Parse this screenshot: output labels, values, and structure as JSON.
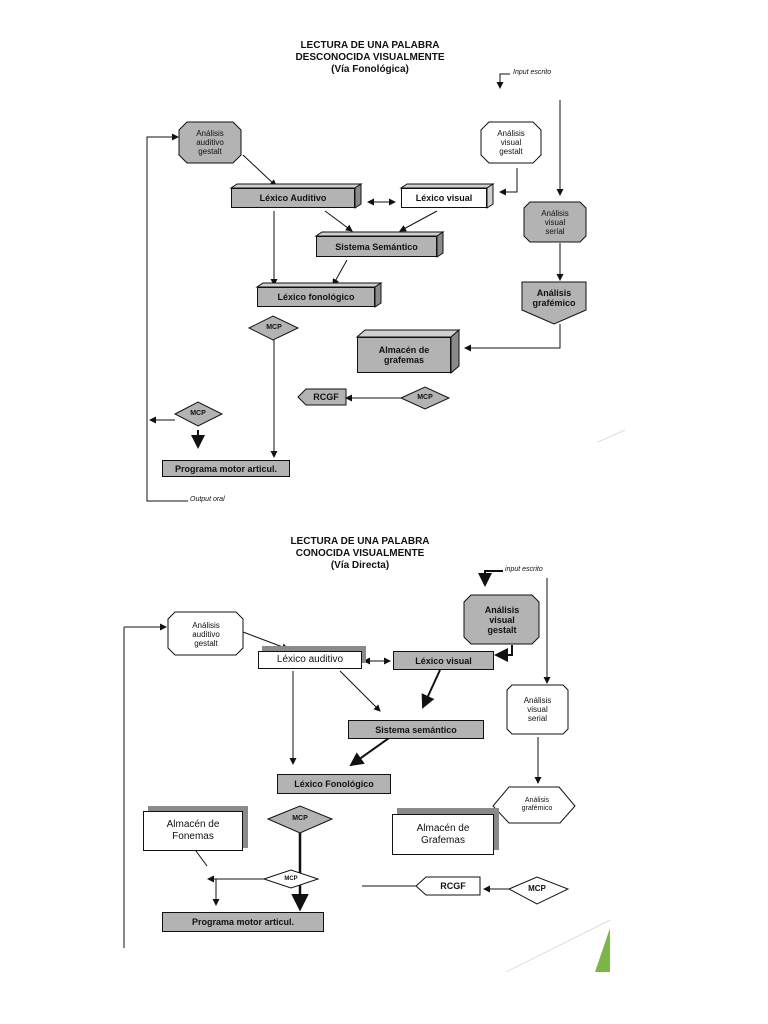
{
  "diagram1": {
    "title": [
      "LECTURA DE UNA PALABRA",
      "DESCONOCIDA VISUALMENTE",
      "(Vía Fonológica)"
    ],
    "input": "Input escrito",
    "output": "Output oral",
    "analisis_auditivo": [
      "Análisis",
      "auditivo",
      "gestalt"
    ],
    "analisis_visual_gestalt": [
      "Análisis",
      "visual",
      "gestalt"
    ],
    "lexico_auditivo": "Léxico Auditivo",
    "lexico_visual": "Léxico visual",
    "sistema_semantico": "Sistema Semántico",
    "lexico_fonologico": "Léxico fonológico",
    "analisis_visual_serial": [
      "Análisis",
      "visual",
      "serial"
    ],
    "analisis_grafemico": [
      "Análisis",
      "grafémico"
    ],
    "almacen_grafemas": [
      "Almacén de",
      "grafemas"
    ],
    "mcp_1": "MCP",
    "mcp_2": "MCP",
    "mcp_3": "MCP",
    "rcgf": "RCGF",
    "programa_motor": "Programa motor articul."
  },
  "diagram2": {
    "title": [
      "LECTURA DE UNA PALABRA",
      "CONOCIDA VISUALMENTE",
      "(Vía Directa)"
    ],
    "input": "input escrito",
    "analisis_auditivo": [
      "Análisis",
      "auditivo",
      "gestalt"
    ],
    "analisis_visual_gestalt": [
      "Análisis",
      "visual",
      "gestalt"
    ],
    "lexico_auditivo": "Léxico auditivo",
    "lexico_visual": "Léxico visual",
    "sistema_semantico": "Sistema semántico",
    "lexico_fonologico": "Léxico Fonológico",
    "analisis_visual_serial": [
      "Análisis",
      "visual",
      "serial"
    ],
    "analisis_grafemico": [
      "Análisis",
      "grafémico"
    ],
    "almacen_fonemas": [
      "Almacén de",
      "Fonemas"
    ],
    "almacen_grafemas": [
      "Almacén de",
      "Grafemas"
    ],
    "mcp_1": "MCP",
    "mcp_2": "MCP",
    "mcp_3": "MCP",
    "rcgf": "RCGF",
    "programa_motor": "Programa motor articul."
  },
  "colors": {
    "node_gray": "#b3b3b3",
    "accent_green": "#7ab648"
  }
}
